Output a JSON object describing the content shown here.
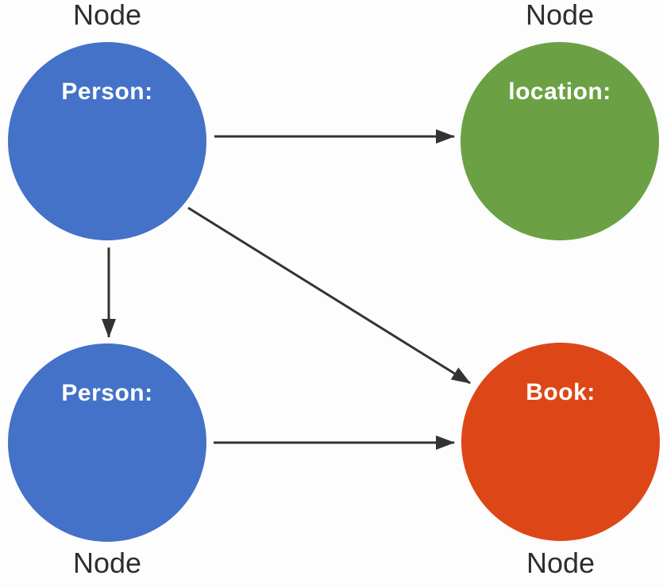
{
  "diagram": {
    "background_color": "#fdfdfd",
    "edge_color": "#333333",
    "caption_color": "#2e2e2e",
    "nodes": [
      {
        "id": "person-top-left",
        "label": "Person:",
        "type_label": "Node",
        "color": "#4472C8",
        "text_color": "#ffffff",
        "caption_position": "above"
      },
      {
        "id": "location-top-right",
        "label": "location:",
        "type_label": "Node",
        "color": "#6BA144",
        "text_color": "#ffffff",
        "caption_position": "above"
      },
      {
        "id": "person-bottom-left",
        "label": "Person:",
        "type_label": "Node",
        "color": "#4472C8",
        "text_color": "#ffffff",
        "caption_position": "below"
      },
      {
        "id": "book-bottom-right",
        "label": "Book:",
        "type_label": "Node",
        "color": "#DD4717",
        "text_color": "#ffffff",
        "caption_position": "below"
      }
    ],
    "edges": [
      {
        "from": "person-top-left",
        "to": "location-top-right",
        "style": "arrow"
      },
      {
        "from": "person-top-left",
        "to": "person-bottom-left",
        "style": "arrow"
      },
      {
        "from": "person-top-left",
        "to": "book-bottom-right",
        "style": "arrow"
      },
      {
        "from": "person-bottom-left",
        "to": "book-bottom-right",
        "style": "arrow"
      }
    ]
  }
}
